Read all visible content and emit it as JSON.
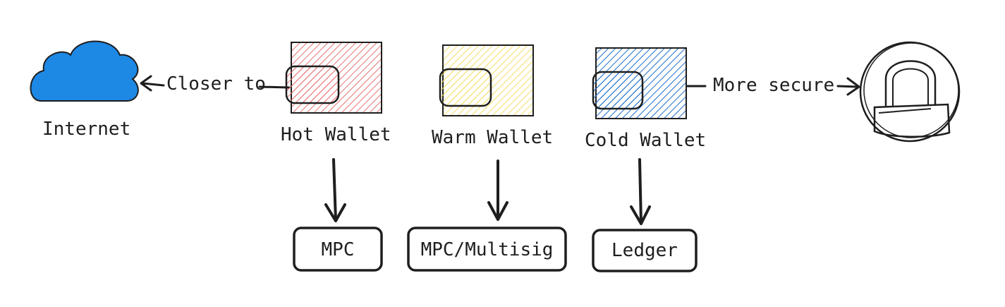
{
  "nodes": {
    "internet": {
      "label": "Internet",
      "icon": "cloud-icon",
      "color": "#1e88e5"
    },
    "hot": {
      "label": "Hot Wallet",
      "color": "#e57373"
    },
    "warm": {
      "label": "Warm Wallet",
      "color": "#f2de6b"
    },
    "cold": {
      "label": "Cold Wallet",
      "color": "#1e6fc9"
    },
    "lock": {
      "icon": "lock-icon"
    }
  },
  "edges": {
    "closer_to": "Closer to",
    "more_secure": "More secure"
  },
  "implementations": {
    "hot": "MPC",
    "warm": "MPC/Multisig",
    "cold": "Ledger"
  },
  "colors": {
    "stroke": "#1e1e1e",
    "background": "#ffffff"
  }
}
